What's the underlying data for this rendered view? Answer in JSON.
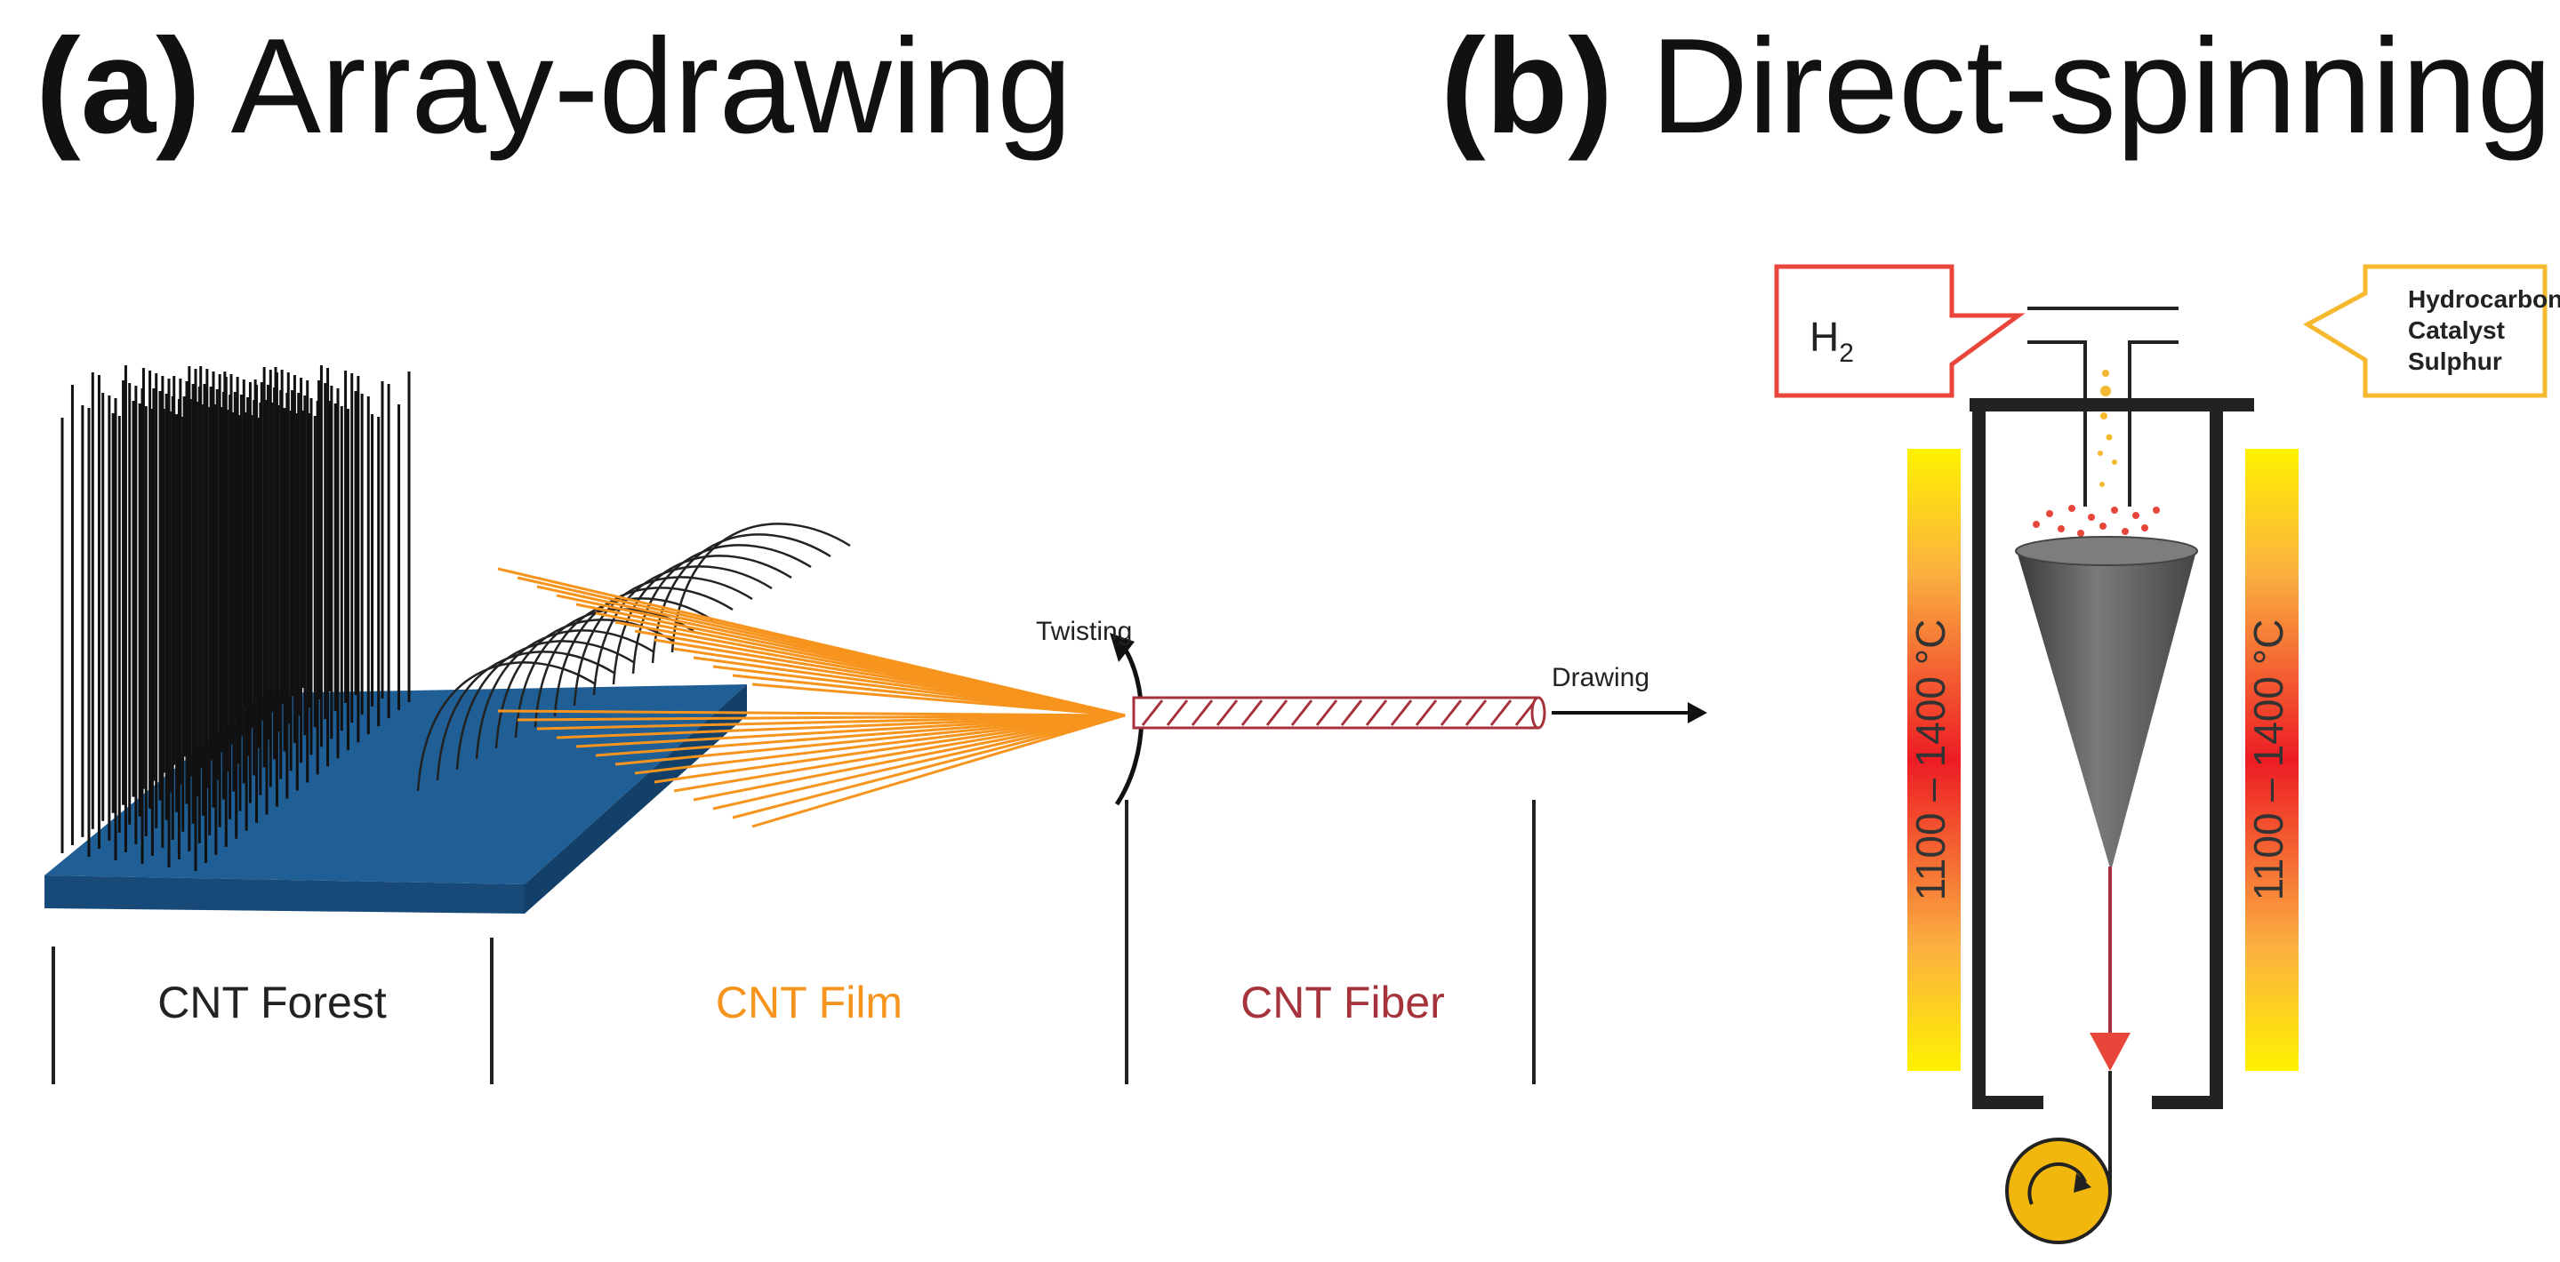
{
  "panel_a": {
    "letter": "(a)",
    "title": "Array-drawing",
    "twisting_label": "Twisting",
    "drawing_label": "Drawing",
    "stage_labels": [
      "CNT Forest",
      "CNT Film",
      "CNT Fiber"
    ]
  },
  "panel_b": {
    "letter": "(b)",
    "title": "Direct-spinning",
    "gas_inlet_left": "H",
    "gas_inlet_left_subscript": "2",
    "feed_inlet_right": [
      "Hydrocarbon",
      "Catalyst",
      "Sulphur"
    ],
    "temperature_label": "1100 – 1400 °C"
  },
  "colors": {
    "substrate": "#1f5f96",
    "film": "#f7941d",
    "fiber": "#a6333b",
    "h2_arrow": "#e8463a",
    "feed_arrow": "#f5b82e",
    "cone": "#5f5f5f",
    "spool": "#f2b70c"
  }
}
